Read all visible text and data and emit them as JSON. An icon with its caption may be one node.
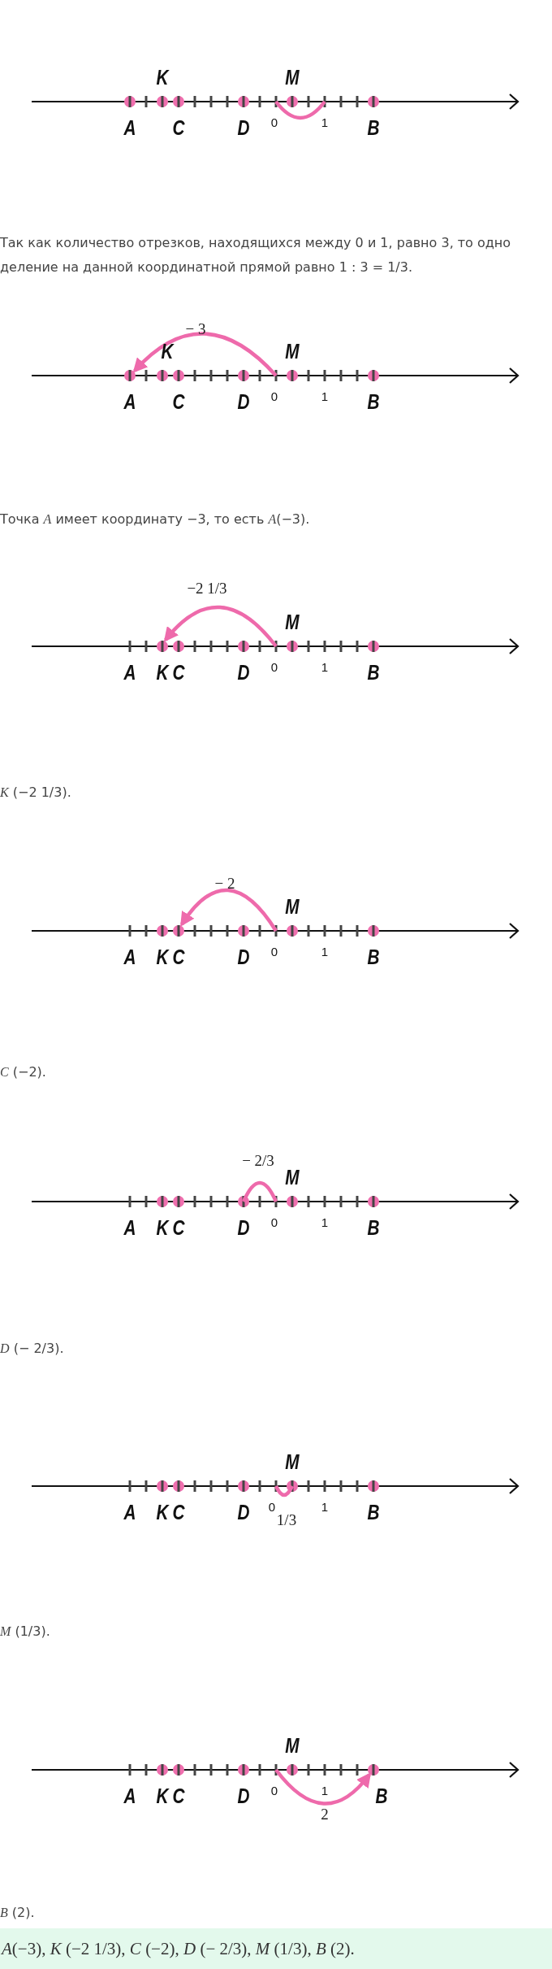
{
  "diagram": {
    "labels": [
      "K",
      "M",
      "A",
      "C",
      "D",
      "0",
      "1",
      "B",
      "Так как количество отрезков, находящихся между 0 и 1, равно 3, то одно деление на данной координатной прямой равно 1 : 3 = 1/3.",
      "− 3",
      "K",
      "M",
      "A",
      "C",
      "D",
      "0",
      "1",
      "B",
      "Точка *A* имеет координату −3, то есть *A*(−3).",
      "−2 1/3",
      "M",
      "A",
      "K",
      "C",
      "D",
      "0",
      "1",
      "B",
      "*K* (−2 1/3).",
      "− 2",
      "M",
      "A",
      "K",
      "C",
      "D",
      "0",
      "1",
      "B",
      "*C* (−2).",
      "− 2/3",
      "M",
      "A",
      "K",
      "C",
      "D",
      "0",
      "1",
      "B",
      "*D* (− 2/3).",
      "M",
      "A",
      "K",
      "C",
      "D",
      "0",
      "1/3",
      "1",
      "B",
      "*M* (1/3).",
      "M",
      "A",
      "K",
      "C",
      "D",
      "0",
      "1",
      "B",
      "2",
      "*B* (2).",
      "*A*(−3), *K* (−2 1/3), *C* (−2), *D* (− 2/3), *M* (1/3), *B* (2)."
    ]
  }
}
